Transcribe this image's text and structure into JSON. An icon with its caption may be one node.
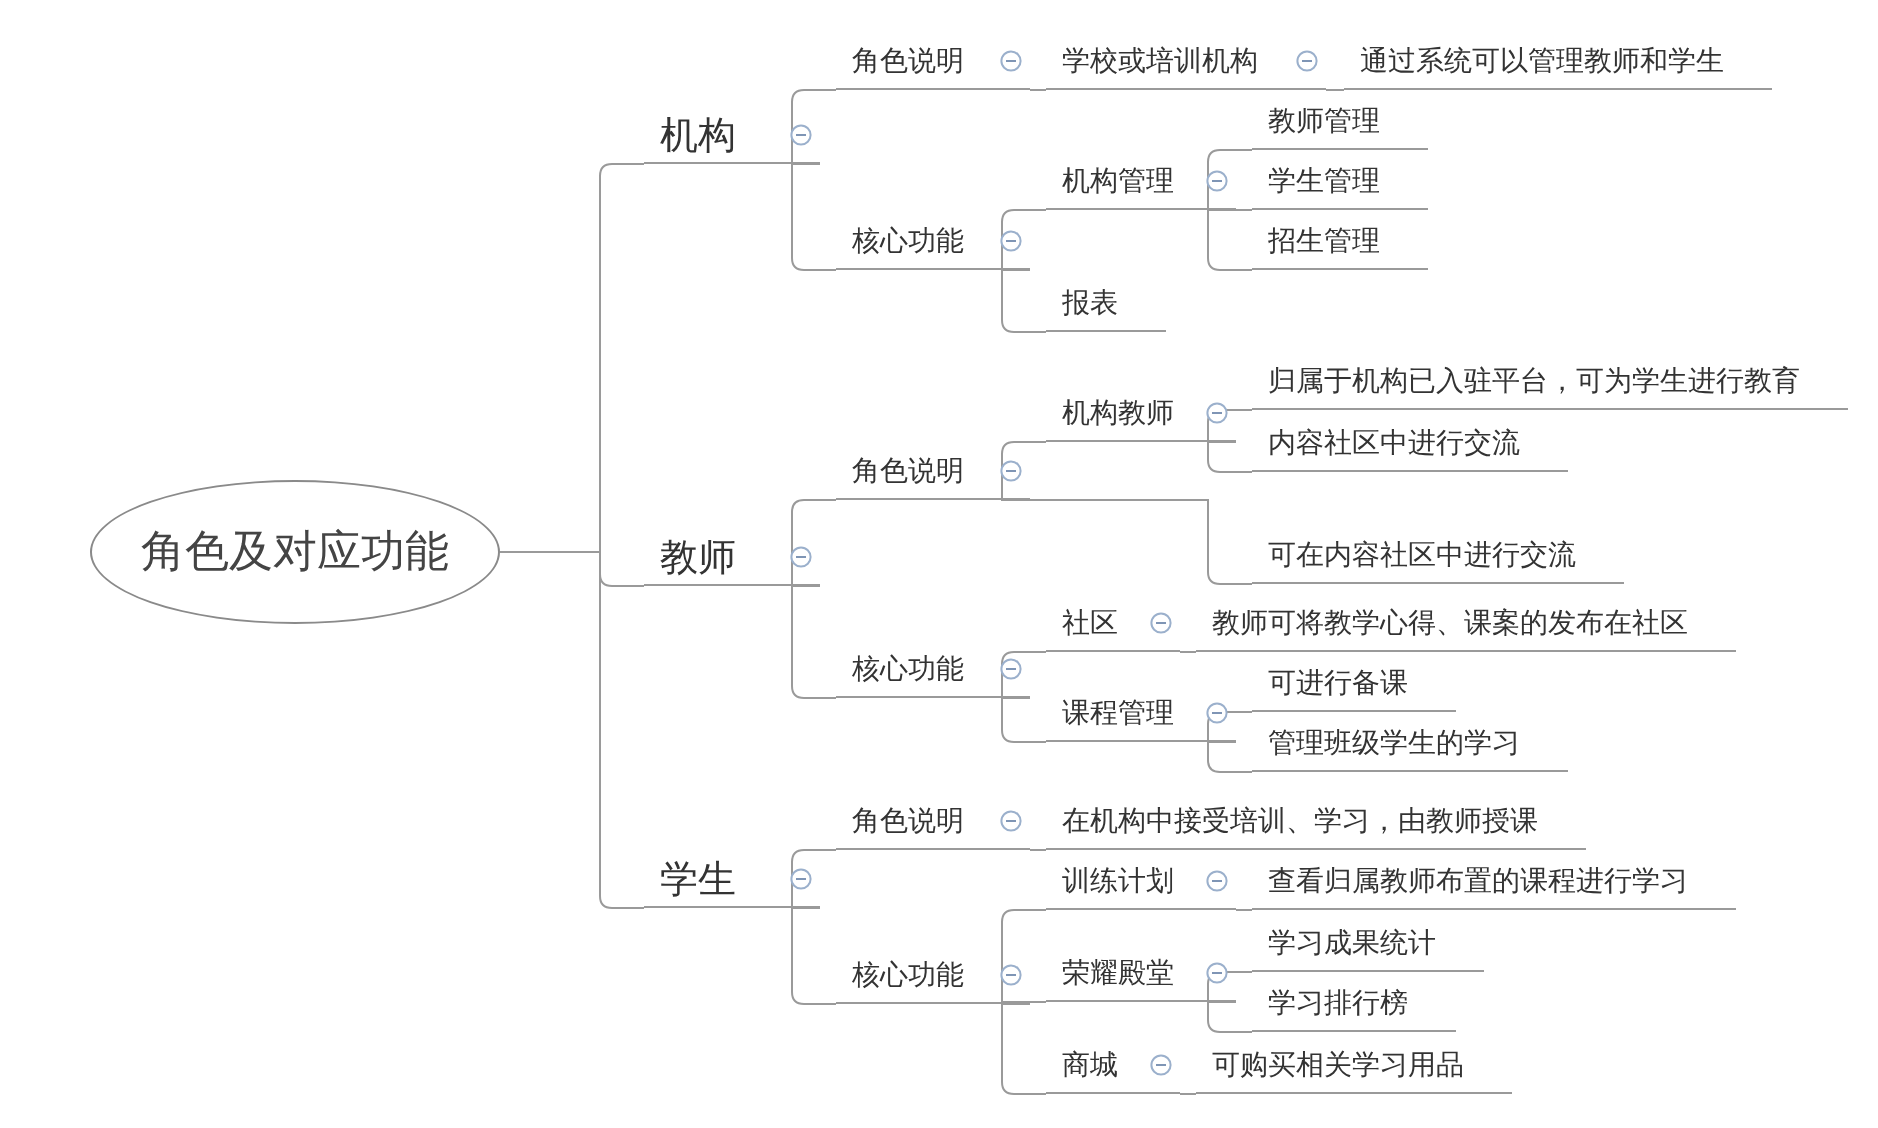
{
  "diagram": {
    "nodes": [
      {
        "text": [
          "角色及对应功能"
        ]
      },
      {
        "text": [
          "机构"
        ]
      },
      {
        "text": [
          "角色说明"
        ]
      },
      {
        "text": [
          "学校或培训机构"
        ]
      },
      {
        "text": [
          "通过系统可以管理教师和学生"
        ]
      },
      {
        "text": [
          "核心功能"
        ]
      },
      {
        "text": [
          "机构管理"
        ]
      },
      {
        "text": [
          "教师管理"
        ]
      },
      {
        "text": [
          "学生管理"
        ]
      },
      {
        "text": [
          "招生管理"
        ]
      },
      {
        "text": [
          "报表"
        ]
      },
      {
        "text": [
          "教师"
        ]
      },
      {
        "text": [
          "角色说明"
        ]
      },
      {
        "text": [
          "机构教师"
        ]
      },
      {
        "text": [
          "归属于机构已入驻平台，可为学生进行教育"
        ]
      },
      {
        "text": [
          "内容社区中进行交流"
        ]
      },
      {
        "text": [
          "可在内容社区中进行交流"
        ]
      },
      {
        "text": [
          "核心功能"
        ]
      },
      {
        "text": [
          "社区"
        ]
      },
      {
        "text": [
          "教师可将教学心得、课案的发布在社区"
        ]
      },
      {
        "text": [
          "课程管理"
        ]
      },
      {
        "text": [
          "可进行备课"
        ]
      },
      {
        "text": [
          "管理班级学生的学习"
        ]
      },
      {
        "text": [
          "学生"
        ]
      },
      {
        "text": [
          "角色说明"
        ]
      },
      {
        "text": [
          "在机构中接受培训、学习，由教师授课"
        ]
      },
      {
        "text": [
          "核心功能"
        ]
      },
      {
        "text": [
          "训练计划"
        ]
      },
      {
        "text": [
          "查看归属教师布置的课程进行学习"
        ]
      },
      {
        "text": [
          "荣耀殿堂"
        ]
      },
      {
        "text": [
          "学习成果统计"
        ]
      },
      {
        "text": [
          "学习排行榜"
        ]
      },
      {
        "text": [
          "商城"
        ]
      },
      {
        "text": [
          "可购买相关学习用品"
        ]
      }
    ],
    "edges": [
      {
        "from": 0,
        "to": 1,
        "arrow": "none"
      },
      {
        "from": 0,
        "to": 11,
        "arrow": "none"
      },
      {
        "from": 0,
        "to": 23,
        "arrow": "none"
      },
      {
        "from": 1,
        "to": 2,
        "arrow": "none"
      },
      {
        "from": 2,
        "to": 3,
        "arrow": "none"
      },
      {
        "from": 3,
        "to": 4,
        "arrow": "none"
      },
      {
        "from": 1,
        "to": 5,
        "arrow": "none"
      },
      {
        "from": 5,
        "to": 6,
        "arrow": "none"
      },
      {
        "from": 6,
        "to": 7,
        "arrow": "none"
      },
      {
        "from": 6,
        "to": 8,
        "arrow": "none"
      },
      {
        "from": 6,
        "to": 9,
        "arrow": "none"
      },
      {
        "from": 5,
        "to": 10,
        "arrow": "none"
      },
      {
        "from": 11,
        "to": 12,
        "arrow": "none"
      },
      {
        "from": 12,
        "to": 13,
        "arrow": "none"
      },
      {
        "from": 13,
        "to": 14,
        "arrow": "none"
      },
      {
        "from": 13,
        "to": 15,
        "arrow": "none"
      },
      {
        "from": 12,
        "to": 16,
        "arrow": "none"
      },
      {
        "from": 11,
        "to": 17,
        "arrow": "none"
      },
      {
        "from": 17,
        "to": 18,
        "arrow": "none"
      },
      {
        "from": 18,
        "to": 19,
        "arrow": "none"
      },
      {
        "from": 17,
        "to": 20,
        "arrow": "none"
      },
      {
        "from": 20,
        "to": 21,
        "arrow": "none"
      },
      {
        "from": 20,
        "to": 22,
        "arrow": "none"
      },
      {
        "from": 23,
        "to": 24,
        "arrow": "none"
      },
      {
        "from": 24,
        "to": 25,
        "arrow": "none"
      },
      {
        "from": 23,
        "to": 26,
        "arrow": "none"
      },
      {
        "from": 26,
        "to": 27,
        "arrow": "none"
      },
      {
        "from": 27,
        "to": 28,
        "arrow": "none"
      },
      {
        "from": 26,
        "to": 29,
        "arrow": "none"
      },
      {
        "from": 29,
        "to": 30,
        "arrow": "none"
      },
      {
        "from": 29,
        "to": 31,
        "arrow": "none"
      },
      {
        "from": 26,
        "to": 32,
        "arrow": "none"
      },
      {
        "from": 32,
        "to": 33,
        "arrow": "none"
      }
    ]
  }
}
